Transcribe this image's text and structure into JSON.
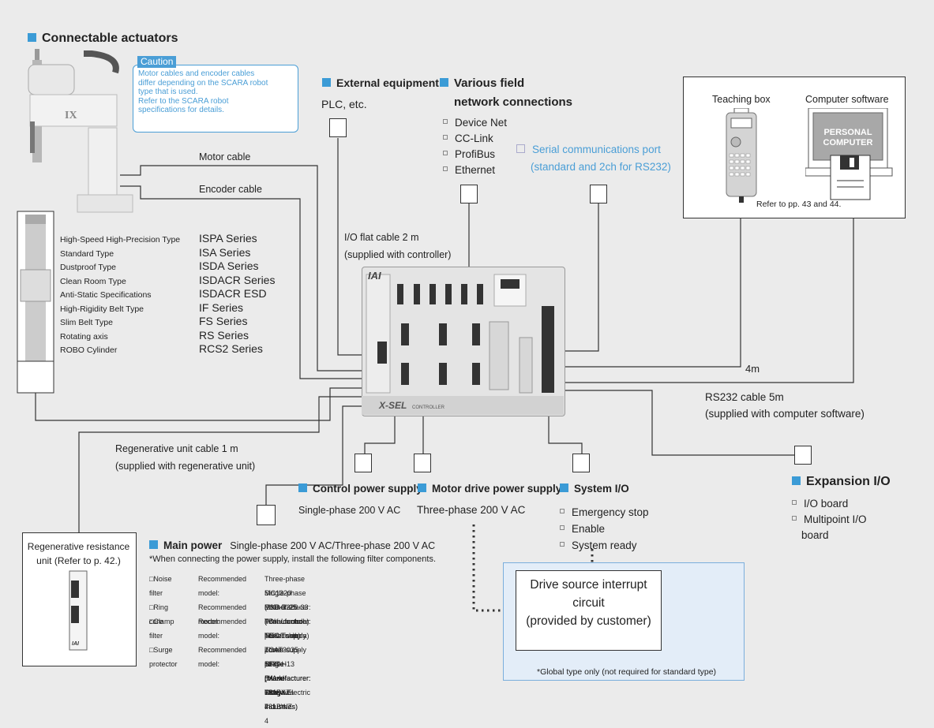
{
  "title": "Connectable actuators",
  "caution": {
    "label": "Caution",
    "lines": [
      "Motor cables and encoder cables",
      "differ depending on the SCARA robot",
      "type that is used.",
      "Refer to the SCARA robot",
      "specifications for details."
    ]
  },
  "robot": {
    "logo": "IX"
  },
  "cables": {
    "motor": "Motor cable",
    "encoder": "Encoder cable",
    "io_flat_1": "I/O flat cable  2 m",
    "io_flat_2": "(supplied with controller)",
    "regen_1": "Regenerative unit cable  1 m",
    "regen_2": "(supplied with regenerative unit)",
    "rs232_1": "RS232 cable  5m",
    "rs232_2": "(supplied with computer software)",
    "four_m": "4m"
  },
  "actuators": {
    "types": [
      "High-Speed High-Precision Type",
      "Standard Type",
      "Dustproof Type",
      "Clean Room Type",
      "Anti-Static Specifications",
      "High-Rigidity Belt Type",
      "Slim Belt Type",
      "Rotating axis",
      "ROBO Cylinder"
    ],
    "series": [
      "ISPA Series",
      "ISA Series",
      "ISDA Series",
      "ISDACR Series",
      "ISDACR ESD",
      "IF Series",
      "FS Series",
      "RS Series",
      "RCS2 Series"
    ]
  },
  "external": {
    "title": "External equipment",
    "sub": "PLC, etc."
  },
  "field": {
    "title_1": "Various field",
    "title_2": "network connections",
    "items": [
      "Device Net",
      "CC-Link",
      "ProfiBus",
      "Ethernet"
    ]
  },
  "serial": {
    "line_1": "Serial communications port",
    "line_2": "(standard and 2ch for RS232)"
  },
  "teaching": {
    "label": "Teaching box",
    "software_label": "Computer software",
    "pc_text_1": "PERSONAL",
    "pc_text_2": "COMPUTER",
    "ref": "Refer to pp. 43 and 44."
  },
  "controller": {
    "brand": "IAI",
    "name": "X-SEL",
    "name_sub": "CONTROLLER"
  },
  "control_power": {
    "title": "Control power supply",
    "value": "Single-phase 200 V AC"
  },
  "motor_power": {
    "title": "Motor drive power supply",
    "value": "Three-phase 200 V AC"
  },
  "system_io": {
    "title": "System I/O",
    "items": [
      "Emergency stop",
      "Enable",
      "System ready"
    ]
  },
  "expansion": {
    "title": "Expansion I/O",
    "items": [
      "I/O board",
      "Multipoint I/O",
      "board"
    ]
  },
  "regen_unit": {
    "line_1": "Regenerative resistance",
    "line_2": "unit (Refer to p. 42.)",
    "logo": "IAI"
  },
  "main_power": {
    "title": "Main power",
    "value": "Single-phase 200 V AC/Three-phase 200 V AC",
    "note": "*When connecting the power supply, install the following filter components.",
    "rows": [
      [
        "□Noise filter",
        "Recommended model:",
        "Three-phase  MC1320 (Manufacturer: TDK-Lambda)"
      ],
      [
        "",
        "",
        "Single-phase  MXB-1220-33 (Manufacturer: TDK-Lambda)"
      ],
      [
        "□Ring core",
        "Recommended model:",
        "ESD-R-25 (Manufacturer: NEC/Tokin)"
      ],
      [
        "□Clamp filter",
        "Recommended model:",
        "For a control power supply  ZCAT3035-1330 (Manufacturer: TDK)"
      ],
      [
        "",
        "",
        "For a motor power supply  RFC-H13 (Manufacturer: Kitagawa Industries)"
      ],
      [
        "□Surge protector",
        "Recommended model:",
        "Three-phase  R•A•V-781BXZ-4"
      ],
      [
        "",
        "",
        "Single-phase  R•A•V-781BWZ-4"
      ],
      [
        "",
        "",
        "(Manufacturer: Okaya Electric Industries)"
      ]
    ]
  },
  "drive_interrupt": {
    "line_1": "Drive source interrupt",
    "line_2": "circuit",
    "line_3": "(provided by customer)",
    "note": "*Global type only (not required for standard type)"
  },
  "colors": {
    "accent": "#3b9bd6",
    "panel": "#e3edf8",
    "caution": "#4a9ed6"
  }
}
